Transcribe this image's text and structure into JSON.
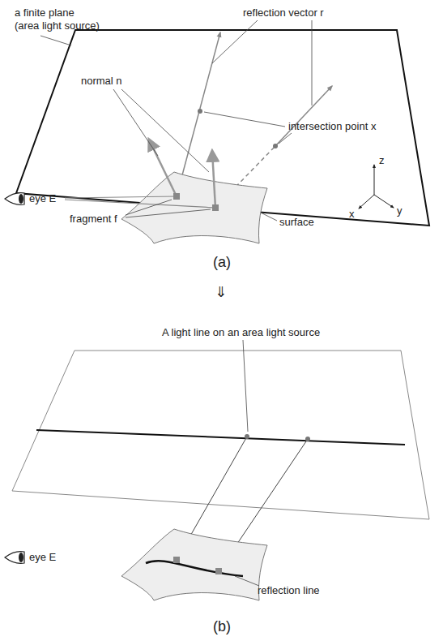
{
  "diagram": {
    "labels": [
      "a finite plane",
      "(area light source)",
      "reflection vector r",
      "normal n",
      "intersection point x",
      "eye E",
      "fragment f",
      "surface",
      "z",
      "x",
      "y",
      "(a)",
      "⇓",
      "A light line on an area light source",
      "eye E",
      "reflection line",
      "(b)"
    ]
  }
}
